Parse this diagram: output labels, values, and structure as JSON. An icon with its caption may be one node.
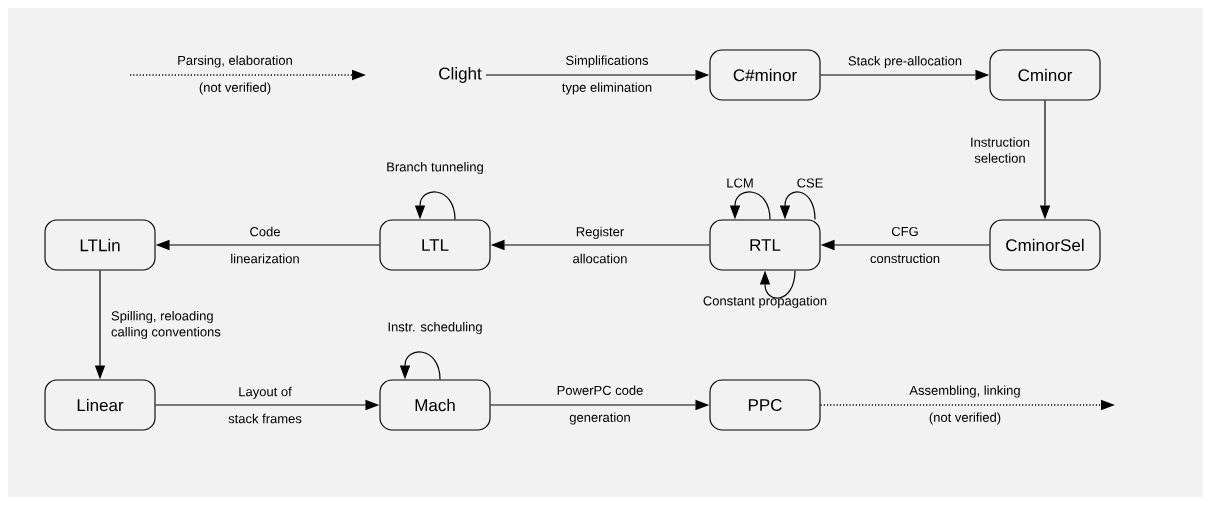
{
  "diagram": {
    "nodes": [
      {
        "text": [
          "Clight"
        ]
      },
      {
        "text": [
          "C#minor"
        ]
      },
      {
        "text": [
          "Cminor"
        ]
      },
      {
        "text": [
          "CminorSel"
        ]
      },
      {
        "text": [
          "RTL"
        ]
      },
      {
        "text": [
          "LTL"
        ]
      },
      {
        "text": [
          "LTLin"
        ]
      },
      {
        "text": [
          "Linear"
        ]
      },
      {
        "text": [
          "Mach"
        ]
      },
      {
        "text": [
          "PPC"
        ]
      }
    ],
    "edges": [
      {
        "from": null,
        "to": 0,
        "arrow": "to",
        "style": "dashed",
        "label": "Parsing, elaboration (not verified)"
      },
      {
        "from": 0,
        "to": 1,
        "arrow": "to",
        "label": "Simplifications type elimination"
      },
      {
        "from": 1,
        "to": 2,
        "arrow": "to",
        "label": "Stack pre-allocation"
      },
      {
        "from": 2,
        "to": 3,
        "arrow": "to",
        "label": "Instruction selection"
      },
      {
        "from": 3,
        "to": 4,
        "arrow": "to",
        "label": "CFG construction"
      },
      {
        "from": 4,
        "to": 4,
        "arrow": "to",
        "label": "LCM"
      },
      {
        "from": 4,
        "to": 4,
        "arrow": "to",
        "label": "CSE"
      },
      {
        "from": 4,
        "to": 4,
        "arrow": "to",
        "label": "Constant propagation"
      },
      {
        "from": 4,
        "to": 5,
        "arrow": "to",
        "label": "Register allocation"
      },
      {
        "from": 5,
        "to": 5,
        "arrow": "to",
        "label": "Branch tunneling"
      },
      {
        "from": 5,
        "to": 6,
        "arrow": "to",
        "label": "Code linearization"
      },
      {
        "from": 6,
        "to": 7,
        "arrow": "to",
        "label": "Spilling, reloading calling conventions"
      },
      {
        "from": 7,
        "to": 8,
        "arrow": "to",
        "label": "Layout of stack frames"
      },
      {
        "from": 8,
        "to": 8,
        "arrow": "to",
        "label": "Instr. scheduling"
      },
      {
        "from": 8,
        "to": 9,
        "arrow": "to",
        "label": "PowerPC code generation"
      },
      {
        "from": 9,
        "to": null,
        "arrow": "to",
        "style": "dashed",
        "label": "Assembling, linking (not verified)"
      }
    ]
  }
}
